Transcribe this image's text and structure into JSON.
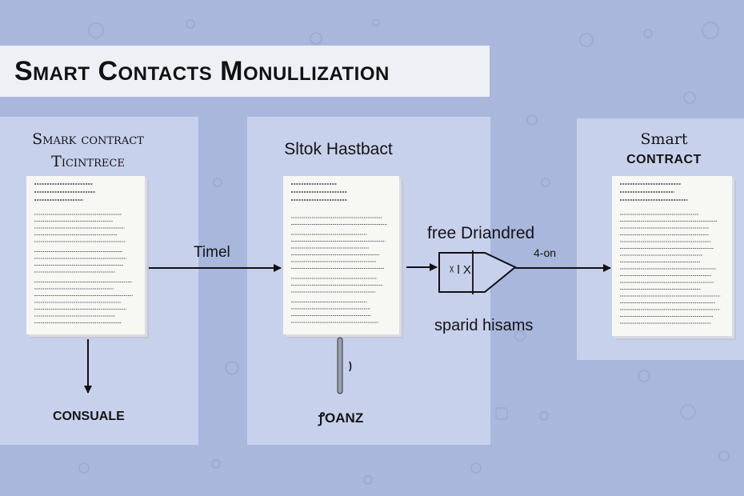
{
  "title": "Smart Contacts Monullization",
  "panel_left": {
    "heading_line1": "Smark contract",
    "heading_line2": "Ticintrece",
    "bottom_label": "CONSUALE"
  },
  "panel_middle": {
    "heading": "Sltok Hastbact",
    "bottom_label": "ꝭOANZ"
  },
  "panel_right": {
    "heading_line1": "Smart",
    "heading_line2": "CONTRACT"
  },
  "arrow_labels": {
    "timel": "Timel",
    "free_driandred": "free Driandred",
    "sparid_hisams": "sparid hisams",
    "four_on": "4-on",
    "funnel_text": "ᵡ l X"
  },
  "colors": {
    "background": "#a9b7dc",
    "panel": "#c7d1ec",
    "banner": "#eef0f6",
    "document": "#f7f7f3",
    "ink": "#1c1f2b"
  }
}
